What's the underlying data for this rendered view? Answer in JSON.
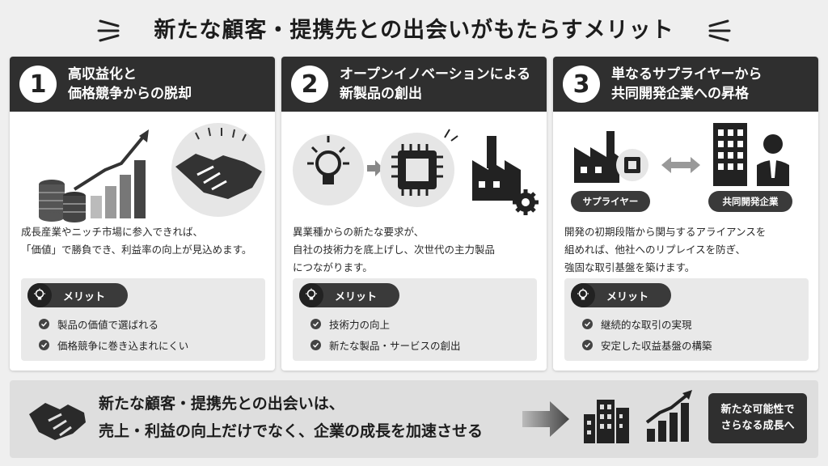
{
  "title": "新たな顧客・提携先との出会いがもたらすメリット",
  "cards": [
    {
      "number": "1",
      "heading": [
        "高収益化と",
        "価格競争からの脱却"
      ],
      "description": [
        "成長産業やニッチ市場に参入できれば、",
        "「価値」で勝負でき、利益率の向上が見込めます。"
      ],
      "merit_label": "メリット",
      "merits": [
        "製品の価値で選ばれる",
        "価格競争に巻き込まれにくい"
      ]
    },
    {
      "number": "2",
      "heading": [
        "オープンイノベーションによる",
        "新製品の創出"
      ],
      "description": [
        "異業種からの新たな要求が、",
        "自社の技術力を底上げし、次世代の主力製品",
        "につながります。"
      ],
      "merit_label": "メリット",
      "merits": [
        "技術力の向上",
        "新たな製品・サービスの創出"
      ]
    },
    {
      "number": "3",
      "heading": [
        "単なるサプライヤーから",
        "共同開発企業への昇格"
      ],
      "tags": [
        "サプライヤー",
        "共同開発企業"
      ],
      "description": [
        "開発の初期段階から関与するアライアンスを",
        "組めれば、他社へのリプレイスを防ぎ、",
        "強固な取引基盤を築けます。"
      ],
      "merit_label": "メリット",
      "merits": [
        "継続的な取引の実現",
        "安定した収益基盤の構築"
      ]
    }
  ],
  "summary": {
    "lines": [
      "新たな顧客・提携先との出会いは、",
      "売上・利益の向上だけでなく、企業の成長を加速させる"
    ],
    "badge": [
      "新たな可能性で",
      "さらなる成長へ"
    ]
  },
  "colors": {
    "dark": "#2f2f2f",
    "card_bg": "#ffffff",
    "page_bg": "#efefef",
    "merit_bg": "#e9e9e9",
    "bar_bg": "#dedede"
  },
  "icons": [
    "handshake-icon",
    "coins-icon",
    "bar-chart-icon",
    "lightbulb-icon",
    "chip-icon",
    "factory-icon",
    "gear-icon",
    "building-icon",
    "person-icon",
    "arrow-right-icon",
    "growth-chart-icon"
  ]
}
